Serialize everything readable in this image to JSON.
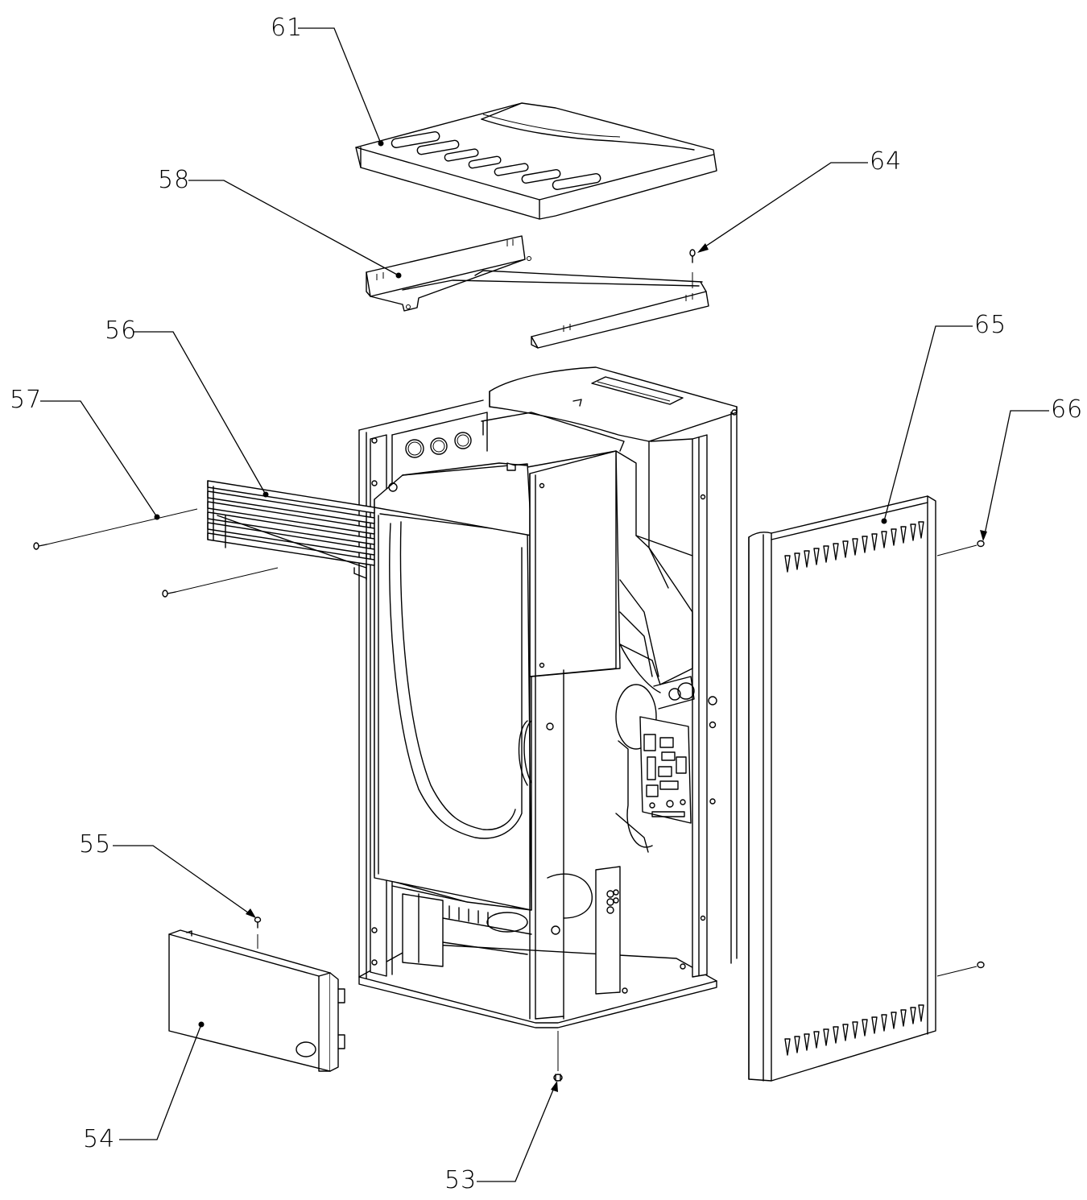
{
  "callouts": {
    "c61": "61",
    "c58": "58",
    "c64": "64",
    "c56": "56",
    "c57": "57",
    "c65": "65",
    "c66": "66",
    "c55": "55",
    "c54": "54",
    "c53": "53"
  },
  "colors": {
    "line": "#000000",
    "background": "#ffffff"
  }
}
